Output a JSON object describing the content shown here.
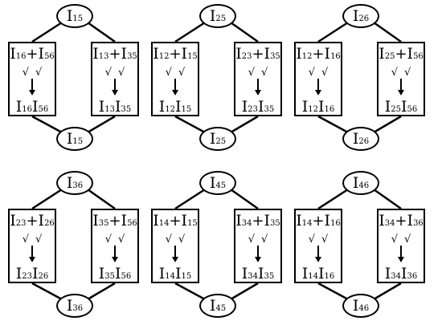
{
  "symbols": {
    "check": "√"
  },
  "colors": {
    "ink": "#000000",
    "background": "#ffffff"
  },
  "panels": [
    {
      "top": "15",
      "bottom": "15",
      "left": {
        "a": "16",
        "b": "56"
      },
      "right": {
        "a": "13",
        "b": "35"
      }
    },
    {
      "top": "25",
      "bottom": "25",
      "left": {
        "a": "12",
        "b": "15"
      },
      "right": {
        "a": "23",
        "b": "35"
      }
    },
    {
      "top": "26",
      "bottom": "26",
      "left": {
        "a": "12",
        "b": "16"
      },
      "right": {
        "a": "25",
        "b": "56"
      }
    },
    {
      "top": "36",
      "bottom": "36",
      "left": {
        "a": "23",
        "b": "26"
      },
      "right": {
        "a": "35",
        "b": "56"
      }
    },
    {
      "top": "45",
      "bottom": "45",
      "left": {
        "a": "14",
        "b": "15"
      },
      "right": {
        "a": "34",
        "b": "35"
      }
    },
    {
      "top": "46",
      "bottom": "46",
      "left": {
        "a": "14",
        "b": "16"
      },
      "right": {
        "a": "34",
        "b": "36"
      }
    }
  ]
}
